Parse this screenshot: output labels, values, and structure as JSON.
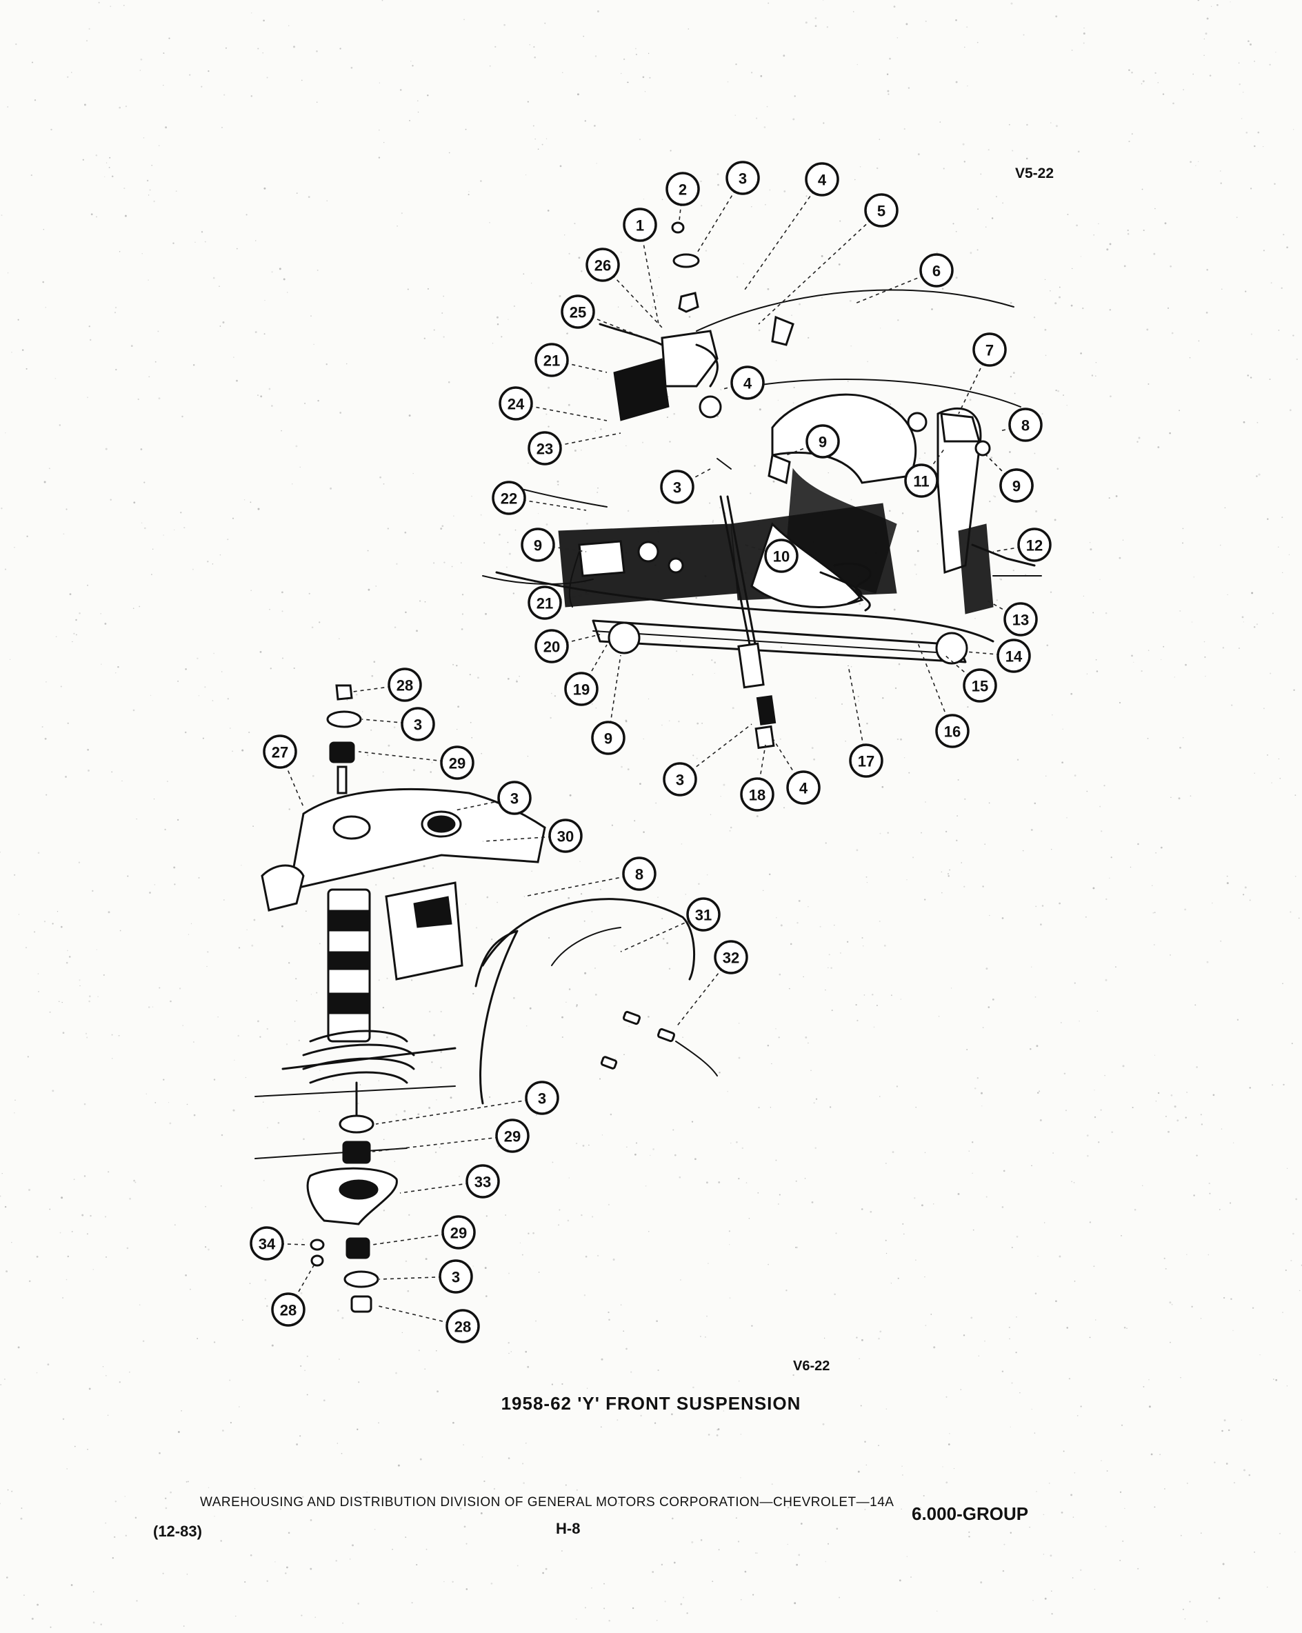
{
  "figure_codes": {
    "top": "V5-22",
    "bottom": "V6-22"
  },
  "caption": "1958-62 'Y' FRONT SUSPENSION",
  "footer": {
    "division_line": "WAREHOUSING AND DISTRIBUTION DIVISION OF GENERAL MOTORS CORPORATION—CHEVROLET—14A",
    "date": "(12-83)",
    "page": "H-8",
    "group": "6.000-GROUP"
  },
  "upper_view": {
    "callouts": [
      "1",
      "2",
      "3",
      "4",
      "5",
      "6",
      "7",
      "8",
      "9",
      "26",
      "25",
      "21",
      "24",
      "4",
      "23",
      "9",
      "3",
      "22",
      "11",
      "9",
      "12",
      "9",
      "10",
      "21",
      "13",
      "20",
      "14",
      "19",
      "15",
      "9",
      "16",
      "17",
      "3",
      "18",
      "4"
    ]
  },
  "lower_view": {
    "callouts": [
      "28",
      "3",
      "27",
      "29",
      "3",
      "30",
      "8",
      "31",
      "32",
      "3",
      "29",
      "33",
      "34",
      "29",
      "3",
      "28",
      "28"
    ]
  }
}
